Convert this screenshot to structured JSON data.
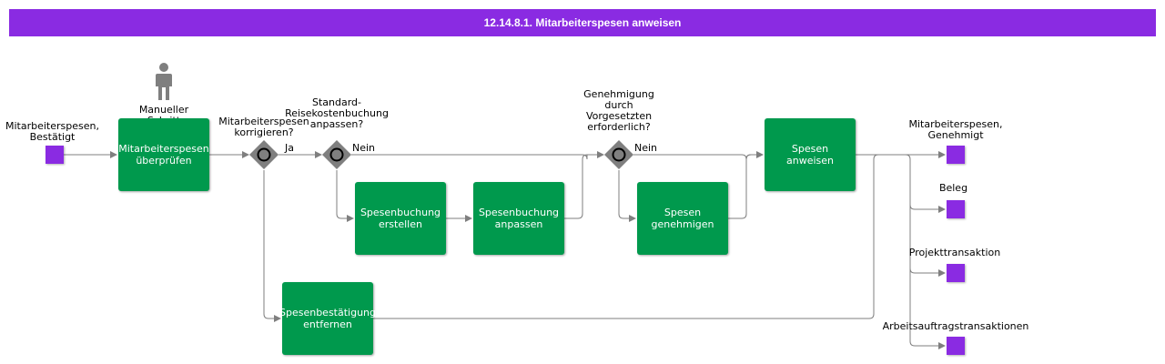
{
  "title": "12.14.8.1. Mitarbeiterspesen anweisen",
  "start_event": {
    "label": "Mitarbeiterspesen,\nBestätigt"
  },
  "role": {
    "label": "Manueller\nSchritt"
  },
  "tasks": {
    "review": "Mitarbeiterspesen\nüberprüfen",
    "create_booking": "Spesenbuchung\nerstellen",
    "adjust_booking": "Spesenbuchung\nanpassen",
    "approve": "Spesen\ngenehmigen",
    "pay": "Spesen\nanweisen",
    "remove_confirmation": "Spesenbestätigung\nentfernen"
  },
  "gateways": {
    "correct": {
      "question": "Mitarbeiterspesen\nkorrigieren?",
      "yes_label": "Ja"
    },
    "standard": {
      "question": "Standard-\nReisekostenbuchung\nanpassen?",
      "no_label": "Nein"
    },
    "approval": {
      "question": "Genehmigung\ndurch\nVorgesetzten\nerforderlich?",
      "no_label": "Nein"
    }
  },
  "end_events": {
    "approved": "Mitarbeiterspesen,\nGenehmigt",
    "receipt": "Beleg",
    "project": "Projekttransaktion",
    "work_order": "Arbeitsauftragstransaktionen"
  },
  "colors": {
    "title_bg": "#8a2be2",
    "task": "#00994d",
    "event": "#8a2be2",
    "gateway": "#7f7f7f",
    "connector": "#7f7f7f"
  }
}
